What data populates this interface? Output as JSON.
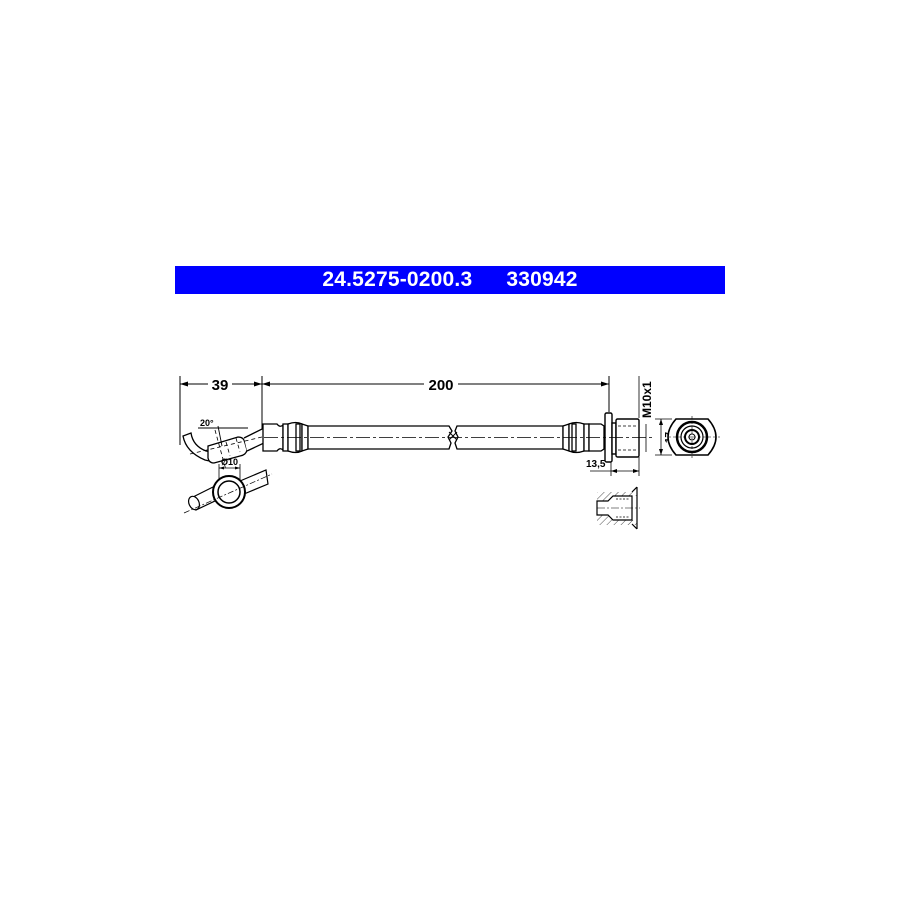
{
  "header": {
    "part_number": "24.5275-0200.3",
    "reference_number": "330942",
    "background_color": "#0000ff",
    "text_color": "#ffffff"
  },
  "drawing": {
    "type": "brake-hose-technical-drawing",
    "dimensions": {
      "left_fitting_length": "39",
      "hose_length": "200",
      "bend_angle": "20°",
      "banjo_diameter": "Ø10",
      "thread": "M10x1",
      "flange_width": "13,5",
      "hex_size": "17"
    },
    "line_color": "#000000"
  }
}
